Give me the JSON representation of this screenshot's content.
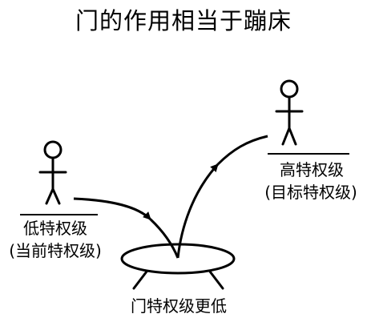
{
  "title": "门的作用相当于蹦床",
  "low": {
    "label": "低特权级",
    "sub": "(当前特权级)"
  },
  "high": {
    "label": "高特权级",
    "sub": "(目标特权级)"
  },
  "gate": {
    "label": "门特权级更低"
  }
}
